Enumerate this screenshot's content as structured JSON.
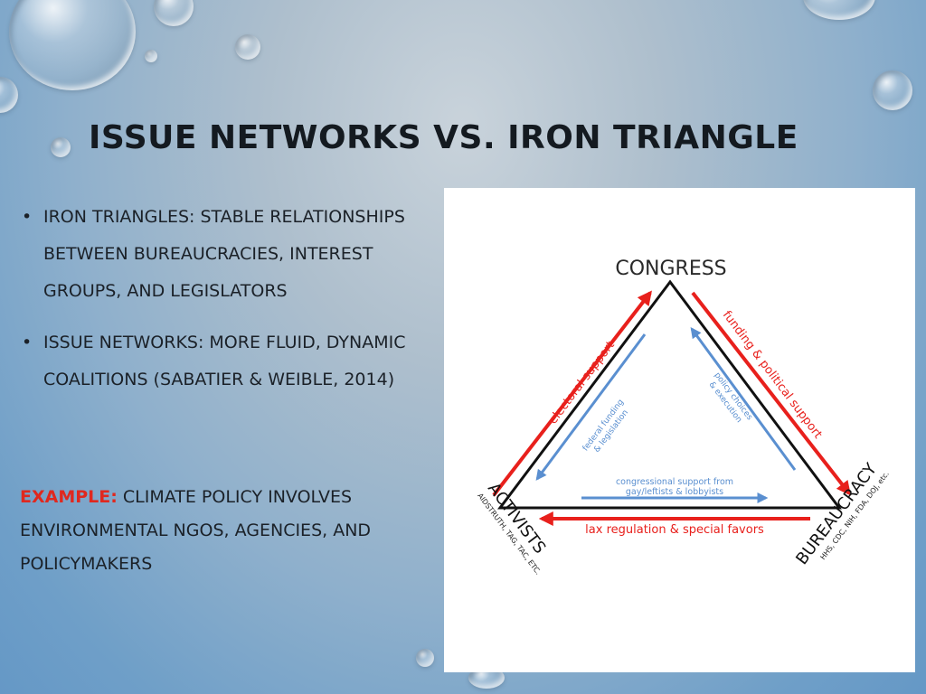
{
  "slide": {
    "title": "ISSUE NETWORKS VS. IRON TRIANGLE",
    "bullets": [
      {
        "marker": "•",
        "text": "IRON TRIANGLES: STABLE RELATIONSHIPS BETWEEN BUREAUCRACIES, INTEREST GROUPS, AND LEGISLATORS"
      },
      {
        "marker": "•",
        "text": "ISSUE NETWORKS: MORE FLUID, DYNAMIC COALITIONS (SABATIER & WEIBLE, 2014)"
      }
    ],
    "example": {
      "label": "EXAMPLE:",
      "text": "CLIMATE POLICY INVOLVES ENVIRONMENTAL NGOS, AGENCIES, AND POLICYMAKERS"
    }
  },
  "diagram": {
    "nodes": {
      "top": "CONGRESS",
      "left": "ACTIVISTS",
      "left_sub": "AIDSTRUTH, TAG, TAC, ETC.",
      "right": "BUREAUCRACY",
      "right_sub": "HHS, CDC, NIH, FDA, DOJ, etc."
    },
    "arrows": {
      "left_red": "electoral support",
      "left_blue": [
        "federal funding",
        "& legislation"
      ],
      "right_red": "funding & political support",
      "right_blue": [
        "policy choices",
        "& execution"
      ],
      "bottom_blue": [
        "congressional support from",
        "gay/leftists & lobbyists"
      ],
      "bottom_red": "lax regulation & special favors"
    },
    "colors": {
      "red": "#e8201c",
      "blue": "#5a8fd0",
      "line": "#111111"
    }
  }
}
